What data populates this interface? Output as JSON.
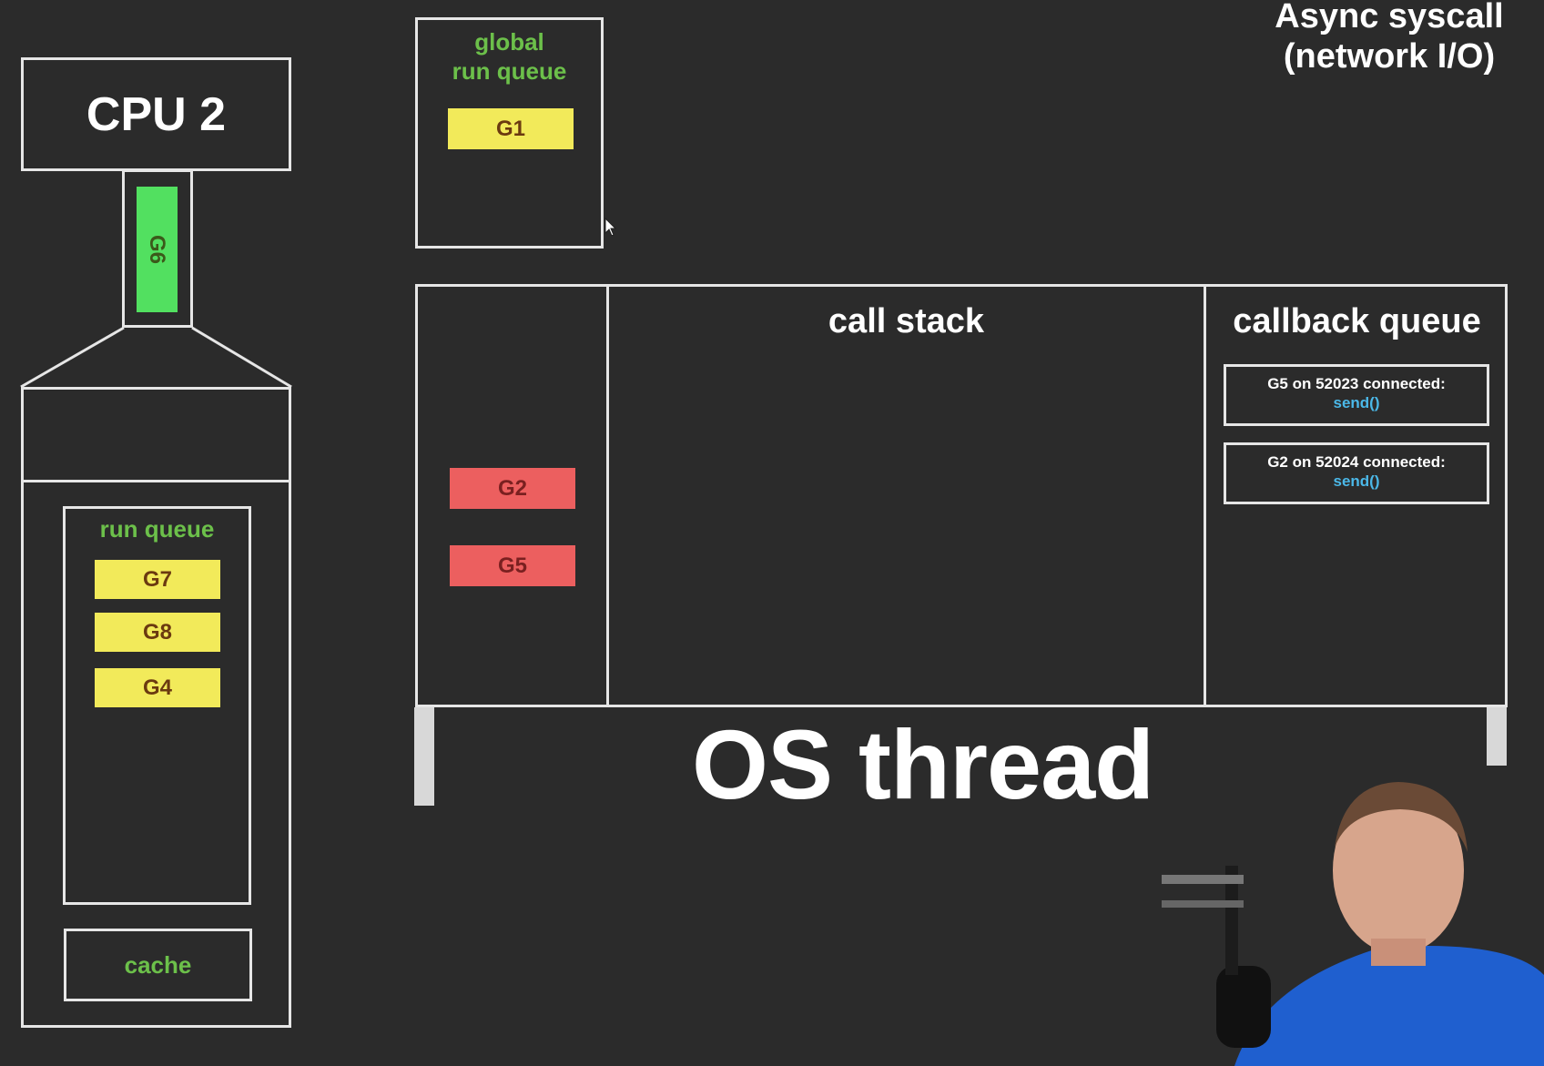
{
  "header": {
    "title_line1": "Async syscall",
    "title_line2": "(network I/O)"
  },
  "cpu": {
    "label": "CPU 2",
    "running_goroutine": "G6",
    "run_queue_label": "run queue",
    "run_queue": [
      "G7",
      "G8",
      "G4"
    ],
    "cache_label": "cache"
  },
  "global_run_queue": {
    "label_line1": "global",
    "label_line2": "run queue",
    "items": [
      "G1"
    ]
  },
  "os_thread": {
    "label": "OS thread",
    "waiting_goroutines": [
      "G2",
      "G5"
    ],
    "call_stack_label": "call stack",
    "callback_queue_label": "callback queue",
    "callbacks": [
      {
        "text": "G5 on 52023 connected:",
        "fn": "send()"
      },
      {
        "text": "G2 on 52024 connected:",
        "fn": "send()"
      }
    ]
  },
  "colors": {
    "background": "#2b2b2b",
    "runnable": "#f2ea5a",
    "running": "#52e060",
    "blocked": "#ec5f5f",
    "label_green": "#6cc04a",
    "function_blue": "#4bb8e8"
  }
}
